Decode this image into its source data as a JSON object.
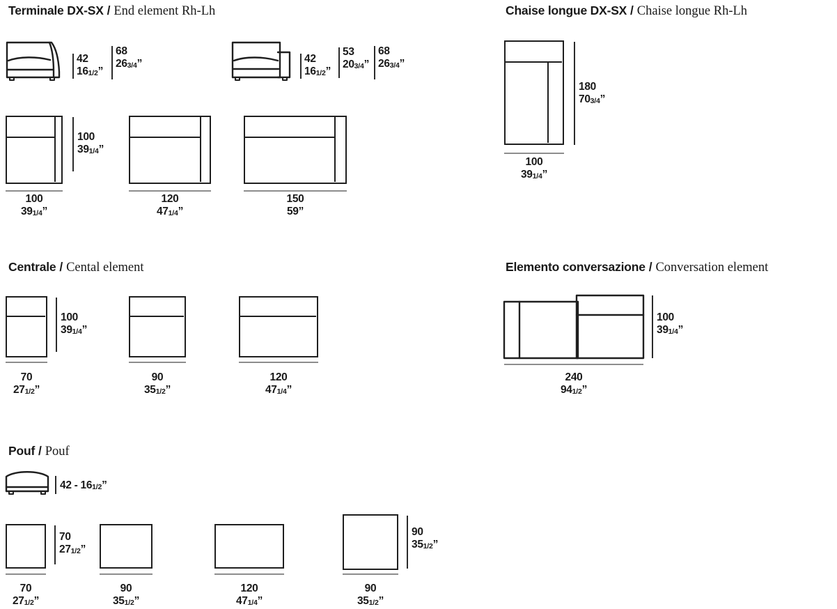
{
  "page": {
    "title": "Modular sofa element dimension sheet"
  },
  "sections": [
    {
      "id": "terminale",
      "title_it": "Terminale DX-SX",
      "separator": "/",
      "title_en": "End element Rh-Lh"
    },
    {
      "id": "chaise",
      "title_it": "Chaise longue DX-SX",
      "separator": "/",
      "title_en": "Chaise longue Rh-Lh"
    },
    {
      "id": "centrale",
      "title_it": "Centrale",
      "separator": "/",
      "title_en": "Cental element"
    },
    {
      "id": "conversazione",
      "title_it": "Elemento conversazione",
      "separator": "/",
      "title_en": "Conversation element"
    },
    {
      "id": "pouf",
      "title_it": "Pouf",
      "separator": "/",
      "title_en": "Pouf"
    }
  ],
  "terminale": {
    "side_view_1": {
      "height_seat_cm": "42",
      "height_seat_in_whole": "16",
      "height_seat_in_frac": "1/2",
      "height_back_cm": "68",
      "height_back_in_whole": "26",
      "height_back_in_frac": "3/4",
      "quote": "”"
    },
    "side_view_2": {
      "height_seat_cm": "42",
      "height_seat_in_whole": "16",
      "height_seat_in_frac": "1/2",
      "height_arm_cm": "53",
      "height_arm_in_whole": "20",
      "height_arm_in_frac": "3/4",
      "height_back_cm": "68",
      "height_back_in_whole": "26",
      "height_back_in_frac": "3/4",
      "quote": "”"
    },
    "depth": {
      "cm": "100",
      "in_whole": "39",
      "in_frac": "1/4",
      "quote": "”"
    },
    "plans": [
      {
        "width_cm": "100",
        "width_in_whole": "39",
        "width_in_frac": "1/4",
        "quote": "”"
      },
      {
        "width_cm": "120",
        "width_in_whole": "47",
        "width_in_frac": "1/4",
        "quote": "”"
      },
      {
        "width_cm": "150",
        "width_in_whole": "59",
        "width_in_frac": "",
        "quote": "”"
      }
    ]
  },
  "chaise": {
    "depth": {
      "cm": "180",
      "in_whole": "70",
      "in_frac": "3/4",
      "quote": "”"
    },
    "plan": {
      "width_cm": "100",
      "width_in_whole": "39",
      "width_in_frac": "1/4",
      "quote": "”"
    }
  },
  "centrale": {
    "depth": {
      "cm": "100",
      "in_whole": "39",
      "in_frac": "1/4",
      "quote": "”"
    },
    "plans": [
      {
        "width_cm": "70",
        "width_in_whole": "27",
        "width_in_frac": "1/2",
        "quote": "”"
      },
      {
        "width_cm": "90",
        "width_in_whole": "35",
        "width_in_frac": "1/2",
        "quote": "”"
      },
      {
        "width_cm": "120",
        "width_in_whole": "47",
        "width_in_frac": "1/4",
        "quote": "”"
      }
    ]
  },
  "conversazione": {
    "depth": {
      "cm": "100",
      "in_whole": "39",
      "in_frac": "1/4",
      "quote": "”"
    },
    "plan": {
      "width_cm": "240",
      "width_in_whole": "94",
      "width_in_frac": "1/2",
      "quote": "”"
    }
  },
  "pouf": {
    "side_view": {
      "height_label_cm": "42 - 16",
      "height_label_frac": "1/2",
      "quote": "”"
    },
    "depth_small": {
      "cm": "70",
      "in_whole": "27",
      "in_frac": "1/2",
      "quote": "”"
    },
    "depth_large": {
      "cm": "90",
      "in_whole": "35",
      "in_frac": "1/2",
      "quote": "”"
    },
    "plans": [
      {
        "width_cm": "70",
        "width_in_whole": "27",
        "width_in_frac": "1/2",
        "quote": "”"
      },
      {
        "width_cm": "90",
        "width_in_whole": "35",
        "width_in_frac": "1/2",
        "quote": "”"
      },
      {
        "width_cm": "120",
        "width_in_whole": "47",
        "width_in_frac": "1/4",
        "quote": "”"
      },
      {
        "width_cm": "90",
        "width_in_whole": "35",
        "width_in_frac": "1/2",
        "quote": "”"
      }
    ]
  },
  "colors": {
    "ink": "#1f1f1f",
    "dimension_line": "#8d8d8d",
    "background": "#ffffff"
  }
}
